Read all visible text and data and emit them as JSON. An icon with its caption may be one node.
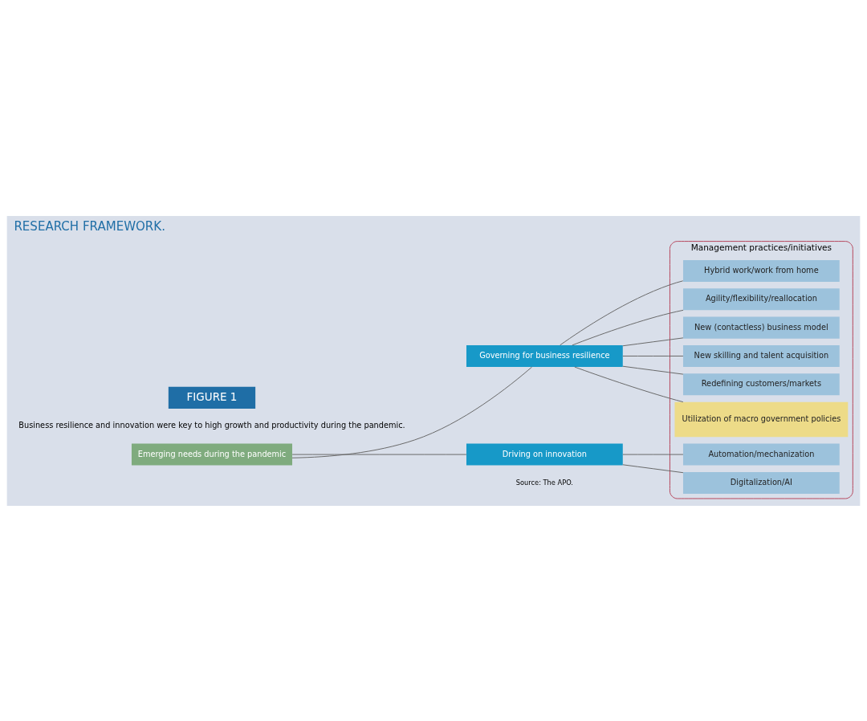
{
  "diagram": {
    "title": "RESEARCH FRAMEWORK.",
    "caption": "Source: The APO.",
    "nodes": [
      {
        "text": [
          "Emerging needs during the pandemic"
        ]
      },
      {
        "text": [
          "Governing for business resilience"
        ]
      },
      {
        "text": [
          "Driving on innovation"
        ]
      },
      {
        "text": [
          "Management practices/initiatives"
        ]
      },
      {
        "text": [
          "Hybrid work/work from home"
        ],
        "in": 3
      },
      {
        "text": [
          "Agility/flexibility/reallocation"
        ],
        "in": 3
      },
      {
        "text": [
          "New (contactless) business model"
        ],
        "in": 3
      },
      {
        "text": [
          "New skilling and talent acquisition"
        ],
        "in": 3
      },
      {
        "text": [
          "Redefining customers/markets"
        ],
        "in": 3
      },
      {
        "text": [
          "Utilization of macro government policies"
        ],
        "in": 3
      },
      {
        "text": [
          "Automation/mechanization"
        ],
        "in": 3
      },
      {
        "text": [
          "Digitalization/AI"
        ],
        "in": 3
      }
    ],
    "edges": [
      {
        "from": 0,
        "to": 1,
        "arrow": "none"
      },
      {
        "from": 0,
        "to": 2,
        "arrow": "none"
      },
      {
        "from": 1,
        "to": 4,
        "arrow": "none"
      },
      {
        "from": 1,
        "to": 5,
        "arrow": "none"
      },
      {
        "from": 1,
        "to": 6,
        "arrow": "none"
      },
      {
        "from": 1,
        "to": 7,
        "arrow": "none"
      },
      {
        "from": 1,
        "to": 8,
        "arrow": "none"
      },
      {
        "from": 1,
        "to": 9,
        "arrow": "none"
      },
      {
        "from": 2,
        "to": 10,
        "arrow": "none"
      },
      {
        "from": 2,
        "to": 11,
        "arrow": "none"
      }
    ],
    "labels": [
      "FIGURE 1",
      "Business resilience and innovation were key to high growth and productivity during the pandemic."
    ]
  }
}
